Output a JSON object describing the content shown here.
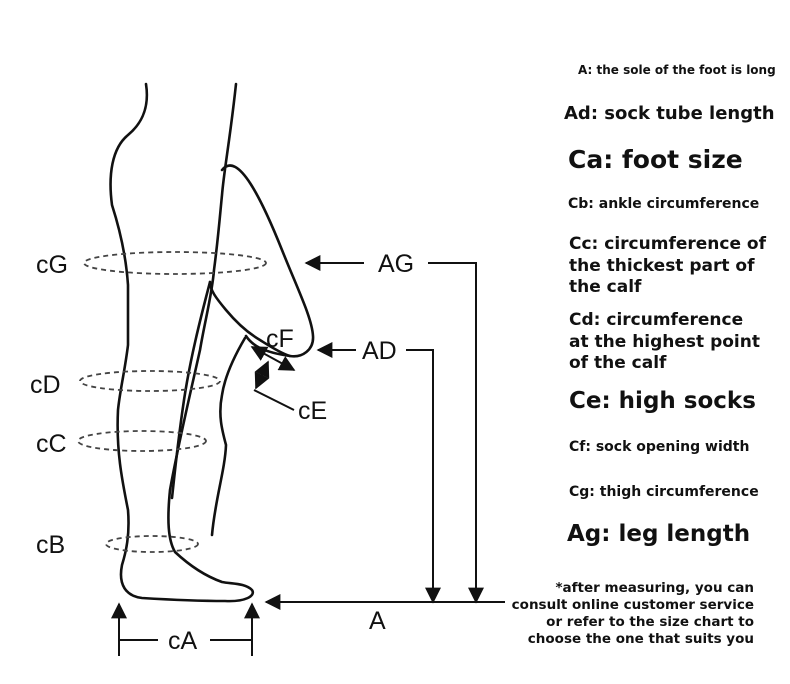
{
  "diagram": {
    "labels": {
      "cG": "cG",
      "cD": "cD",
      "cC": "cC",
      "cB": "cB",
      "cF": "cF",
      "cE": "cE",
      "AG": "AG",
      "AD": "AD",
      "A": "A",
      "cA": "cA"
    }
  },
  "legend": {
    "a": "A: the sole of the foot is long",
    "ad": "Ad: sock tube length",
    "ca": "Ca: foot size",
    "cb": "Cb: ankle circumference",
    "cc": [
      "Cc: circumference of",
      "the thickest part of",
      "the calf"
    ],
    "cd": [
      "Cd: circumference",
      "at the highest point",
      "of the calf"
    ],
    "ce": "Ce: high socks",
    "cf": "Cf: sock opening width",
    "cg": "Cg: thigh circumference",
    "ag": "Ag: leg length"
  },
  "note": [
    "*after measuring, you can",
    "consult online customer service",
    "or refer to the size chart to",
    "choose the one that suits you"
  ]
}
